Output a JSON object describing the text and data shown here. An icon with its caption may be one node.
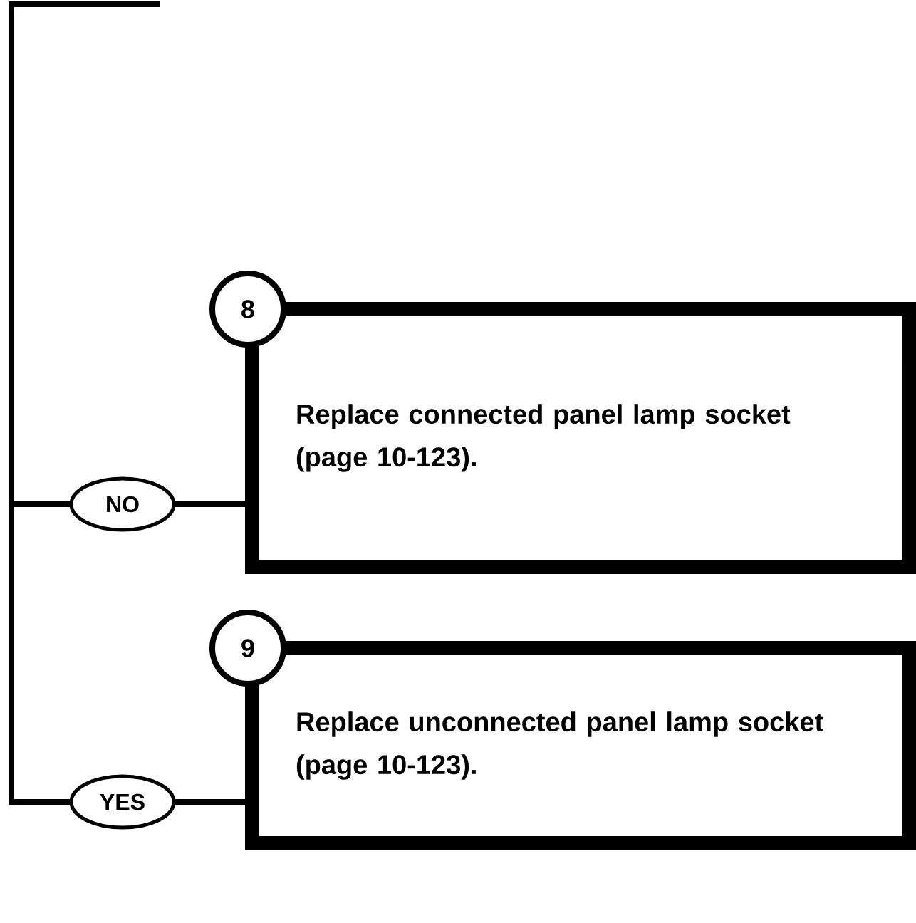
{
  "diagram": {
    "nodes": [
      {
        "text": [
          "8",
          "Replace connected panel lamp socket (page 10-123)."
        ]
      },
      {
        "text": [
          "9",
          "Replace unconnected panel lamp socket (page 10-123)."
        ]
      }
    ],
    "edges": [
      {
        "from": null,
        "to": 0,
        "arrow": "none",
        "label": "NO"
      },
      {
        "from": null,
        "to": 1,
        "arrow": "none",
        "label": "YES"
      }
    ]
  }
}
